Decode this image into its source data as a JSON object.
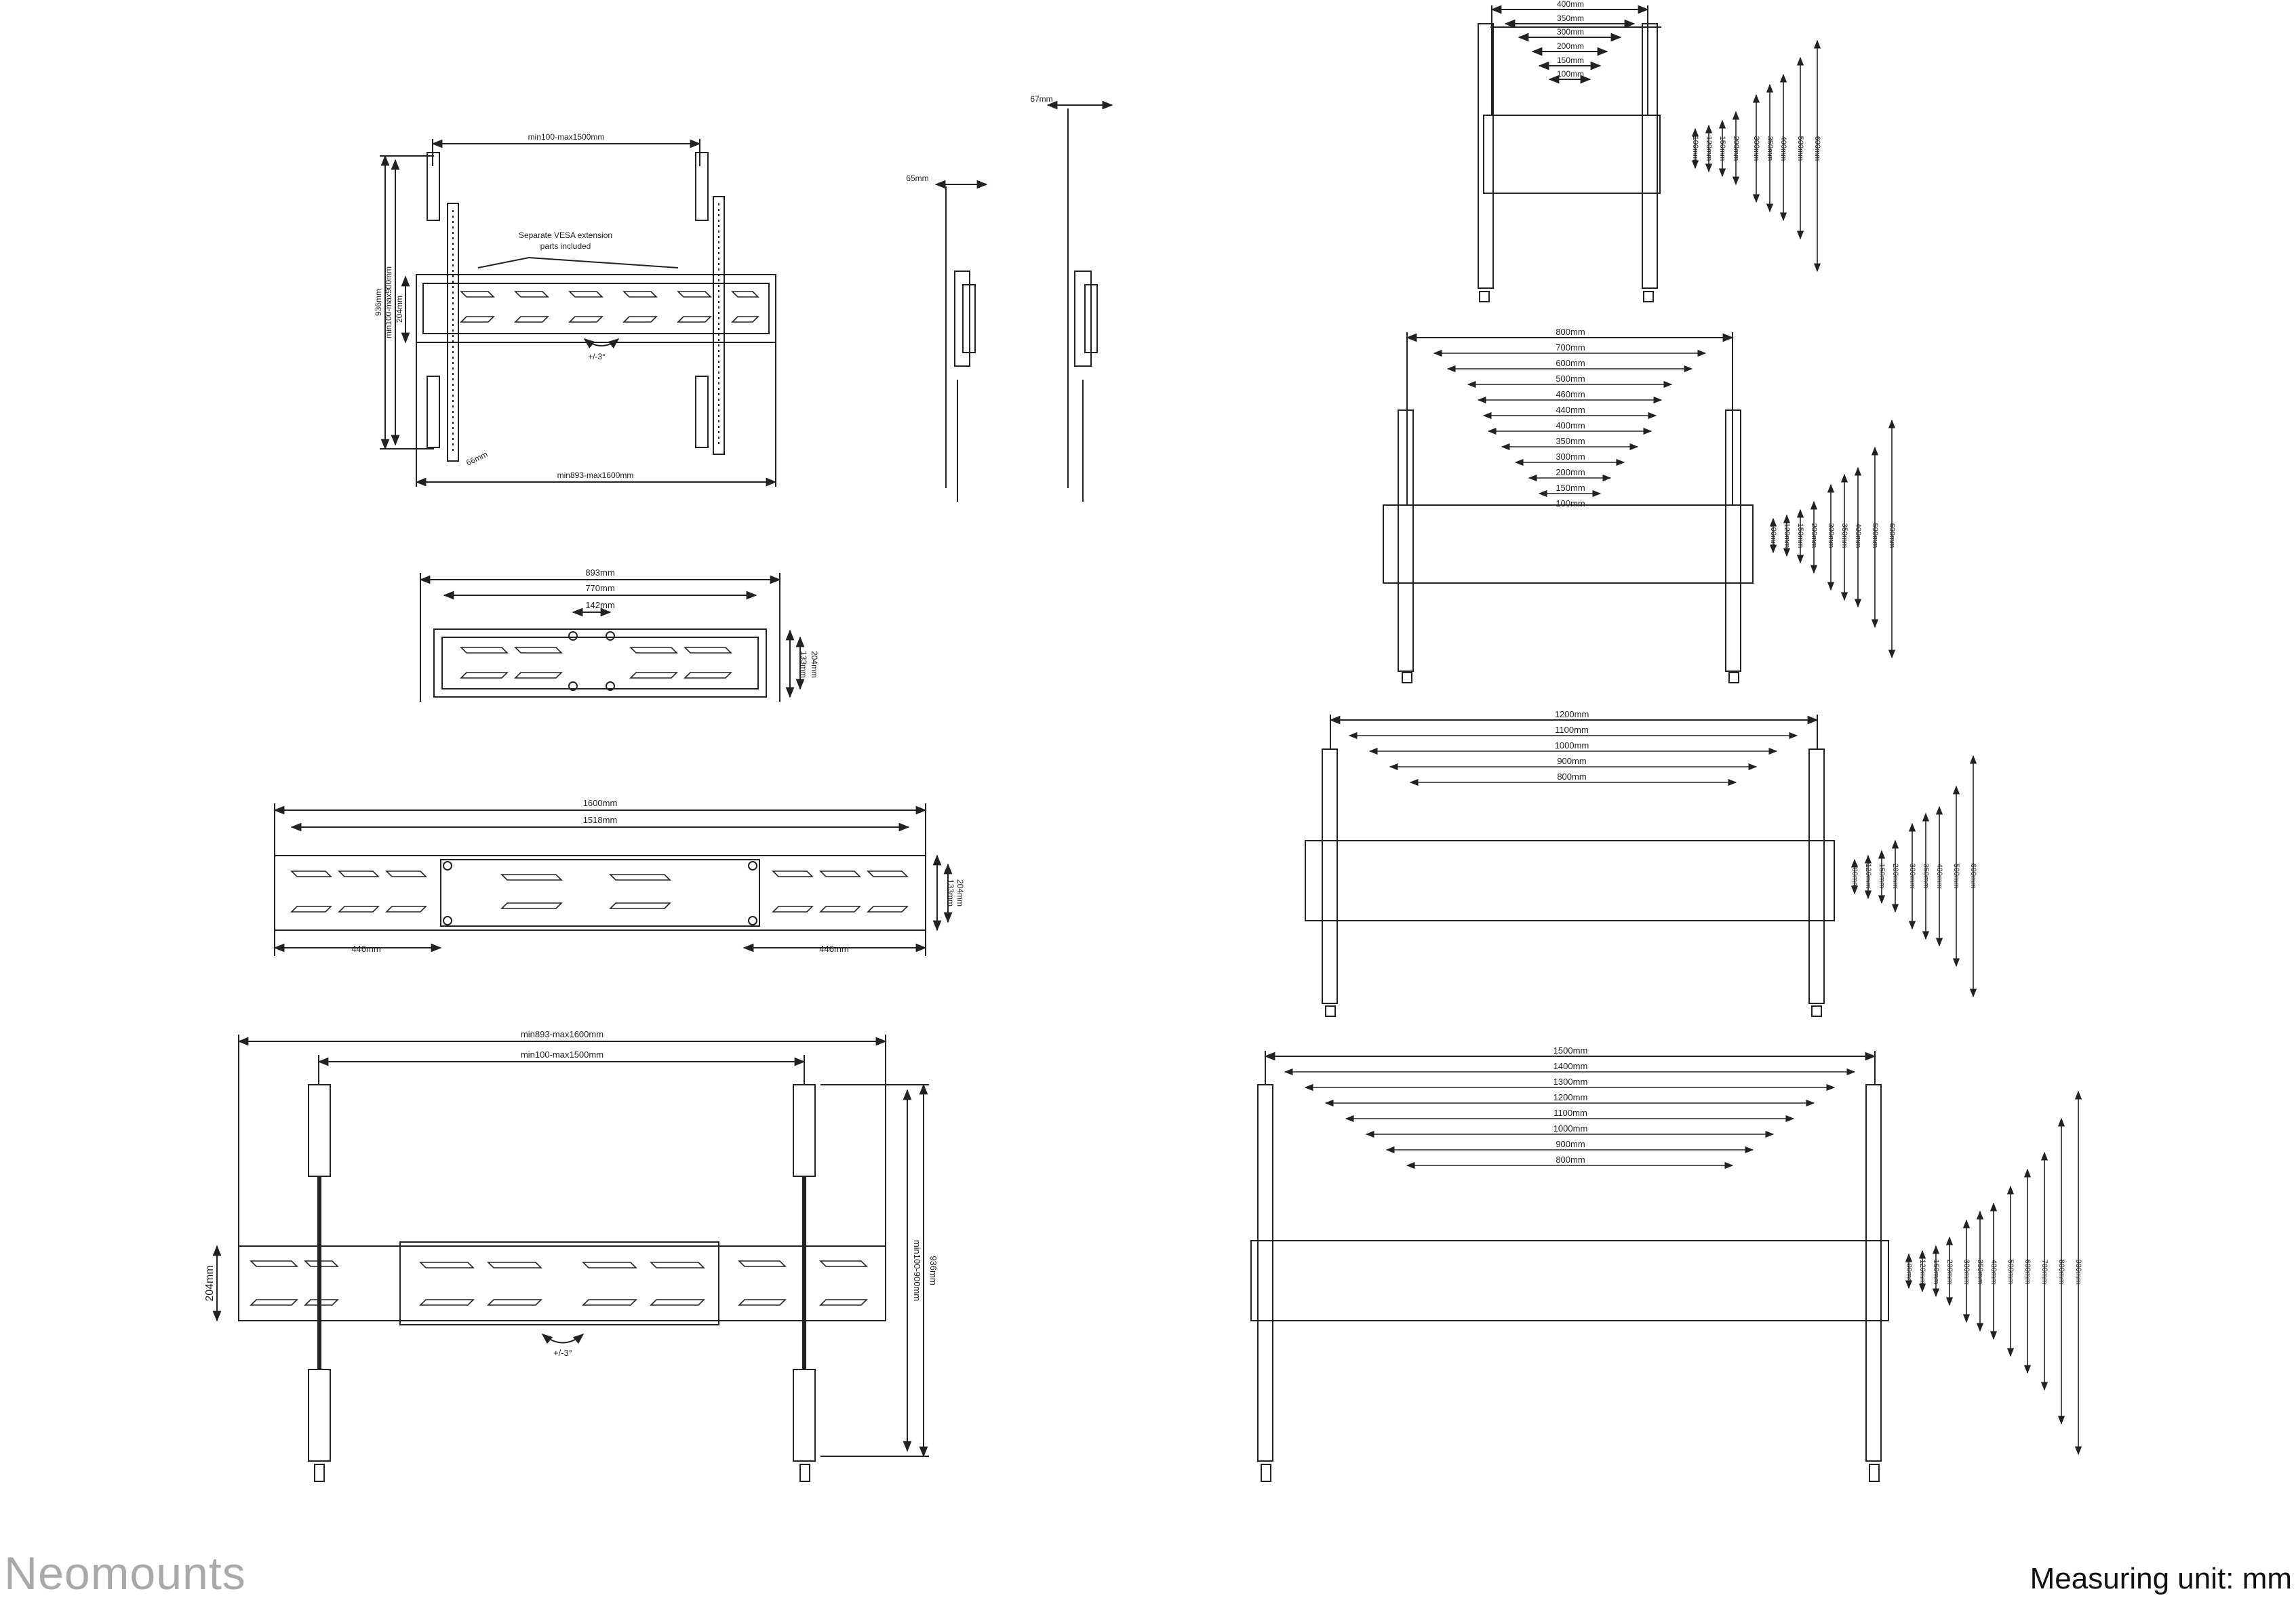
{
  "brand": "Neomounts",
  "measuring_unit_label": "Measuring unit:",
  "measuring_unit_value": "mm",
  "view_tilt_front": {
    "top_span": "min100-max1500mm",
    "bottom_span": "min893-max1600mm",
    "note_line1": "Separate VESA extension",
    "note_line2": "parts included",
    "height_outer": "936mm",
    "height_vesa": "min100-max900mm",
    "rail_height": "204mm",
    "depth": "66mm",
    "tilt": "+/-3°"
  },
  "view_side_small": {
    "depth": "65mm"
  },
  "view_side_large": {
    "depth": "67mm"
  },
  "view_rail_short": {
    "widths": [
      "893mm",
      "770mm",
      "142mm"
    ],
    "heights": [
      "204mm",
      "133mm"
    ]
  },
  "view_rail_long": {
    "widths": [
      "1600mm",
      "1518mm"
    ],
    "ext_left": "446mm",
    "ext_right": "446mm",
    "heights": [
      "204mm",
      "133mm"
    ]
  },
  "view_bottom_front": {
    "top_span": "min893-max1600mm",
    "vesa_span": "min100-max1500mm",
    "rail_height": "204mm",
    "height_outer": "936mm",
    "height_vesa": "min100-900mm",
    "tilt": "+/-3°"
  },
  "vesa_400": {
    "widths": [
      "400mm",
      "350mm",
      "300mm",
      "200mm",
      "150mm",
      "100mm"
    ],
    "heights": [
      "100mm",
      "120mm",
      "150mm",
      "200mm",
      "300mm",
      "350mm",
      "400mm",
      "500mm",
      "600mm"
    ]
  },
  "vesa_800": {
    "widths": [
      "800mm",
      "700mm",
      "600mm",
      "500mm",
      "460mm",
      "440mm",
      "400mm",
      "350mm",
      "300mm",
      "200mm",
      "150mm",
      "100mm"
    ],
    "heights": [
      "100mm",
      "120mm",
      "150mm",
      "200mm",
      "300mm",
      "350mm",
      "400mm",
      "500mm",
      "600mm"
    ]
  },
  "vesa_1200": {
    "widths": [
      "1200mm",
      "1100mm",
      "1000mm",
      "900mm",
      "800mm"
    ],
    "heights": [
      "100mm",
      "120mm",
      "150mm",
      "200mm",
      "300mm",
      "350mm",
      "400mm",
      "500mm",
      "600mm"
    ]
  },
  "vesa_1500": {
    "widths": [
      "1500mm",
      "1400mm",
      "1300mm",
      "1200mm",
      "1100mm",
      "1000mm",
      "900mm",
      "800mm"
    ],
    "heights": [
      "100mm",
      "120mm",
      "150mm",
      "200mm",
      "300mm",
      "350mm",
      "400mm",
      "500mm",
      "600mm",
      "700mm",
      "800mm",
      "900mm"
    ]
  }
}
